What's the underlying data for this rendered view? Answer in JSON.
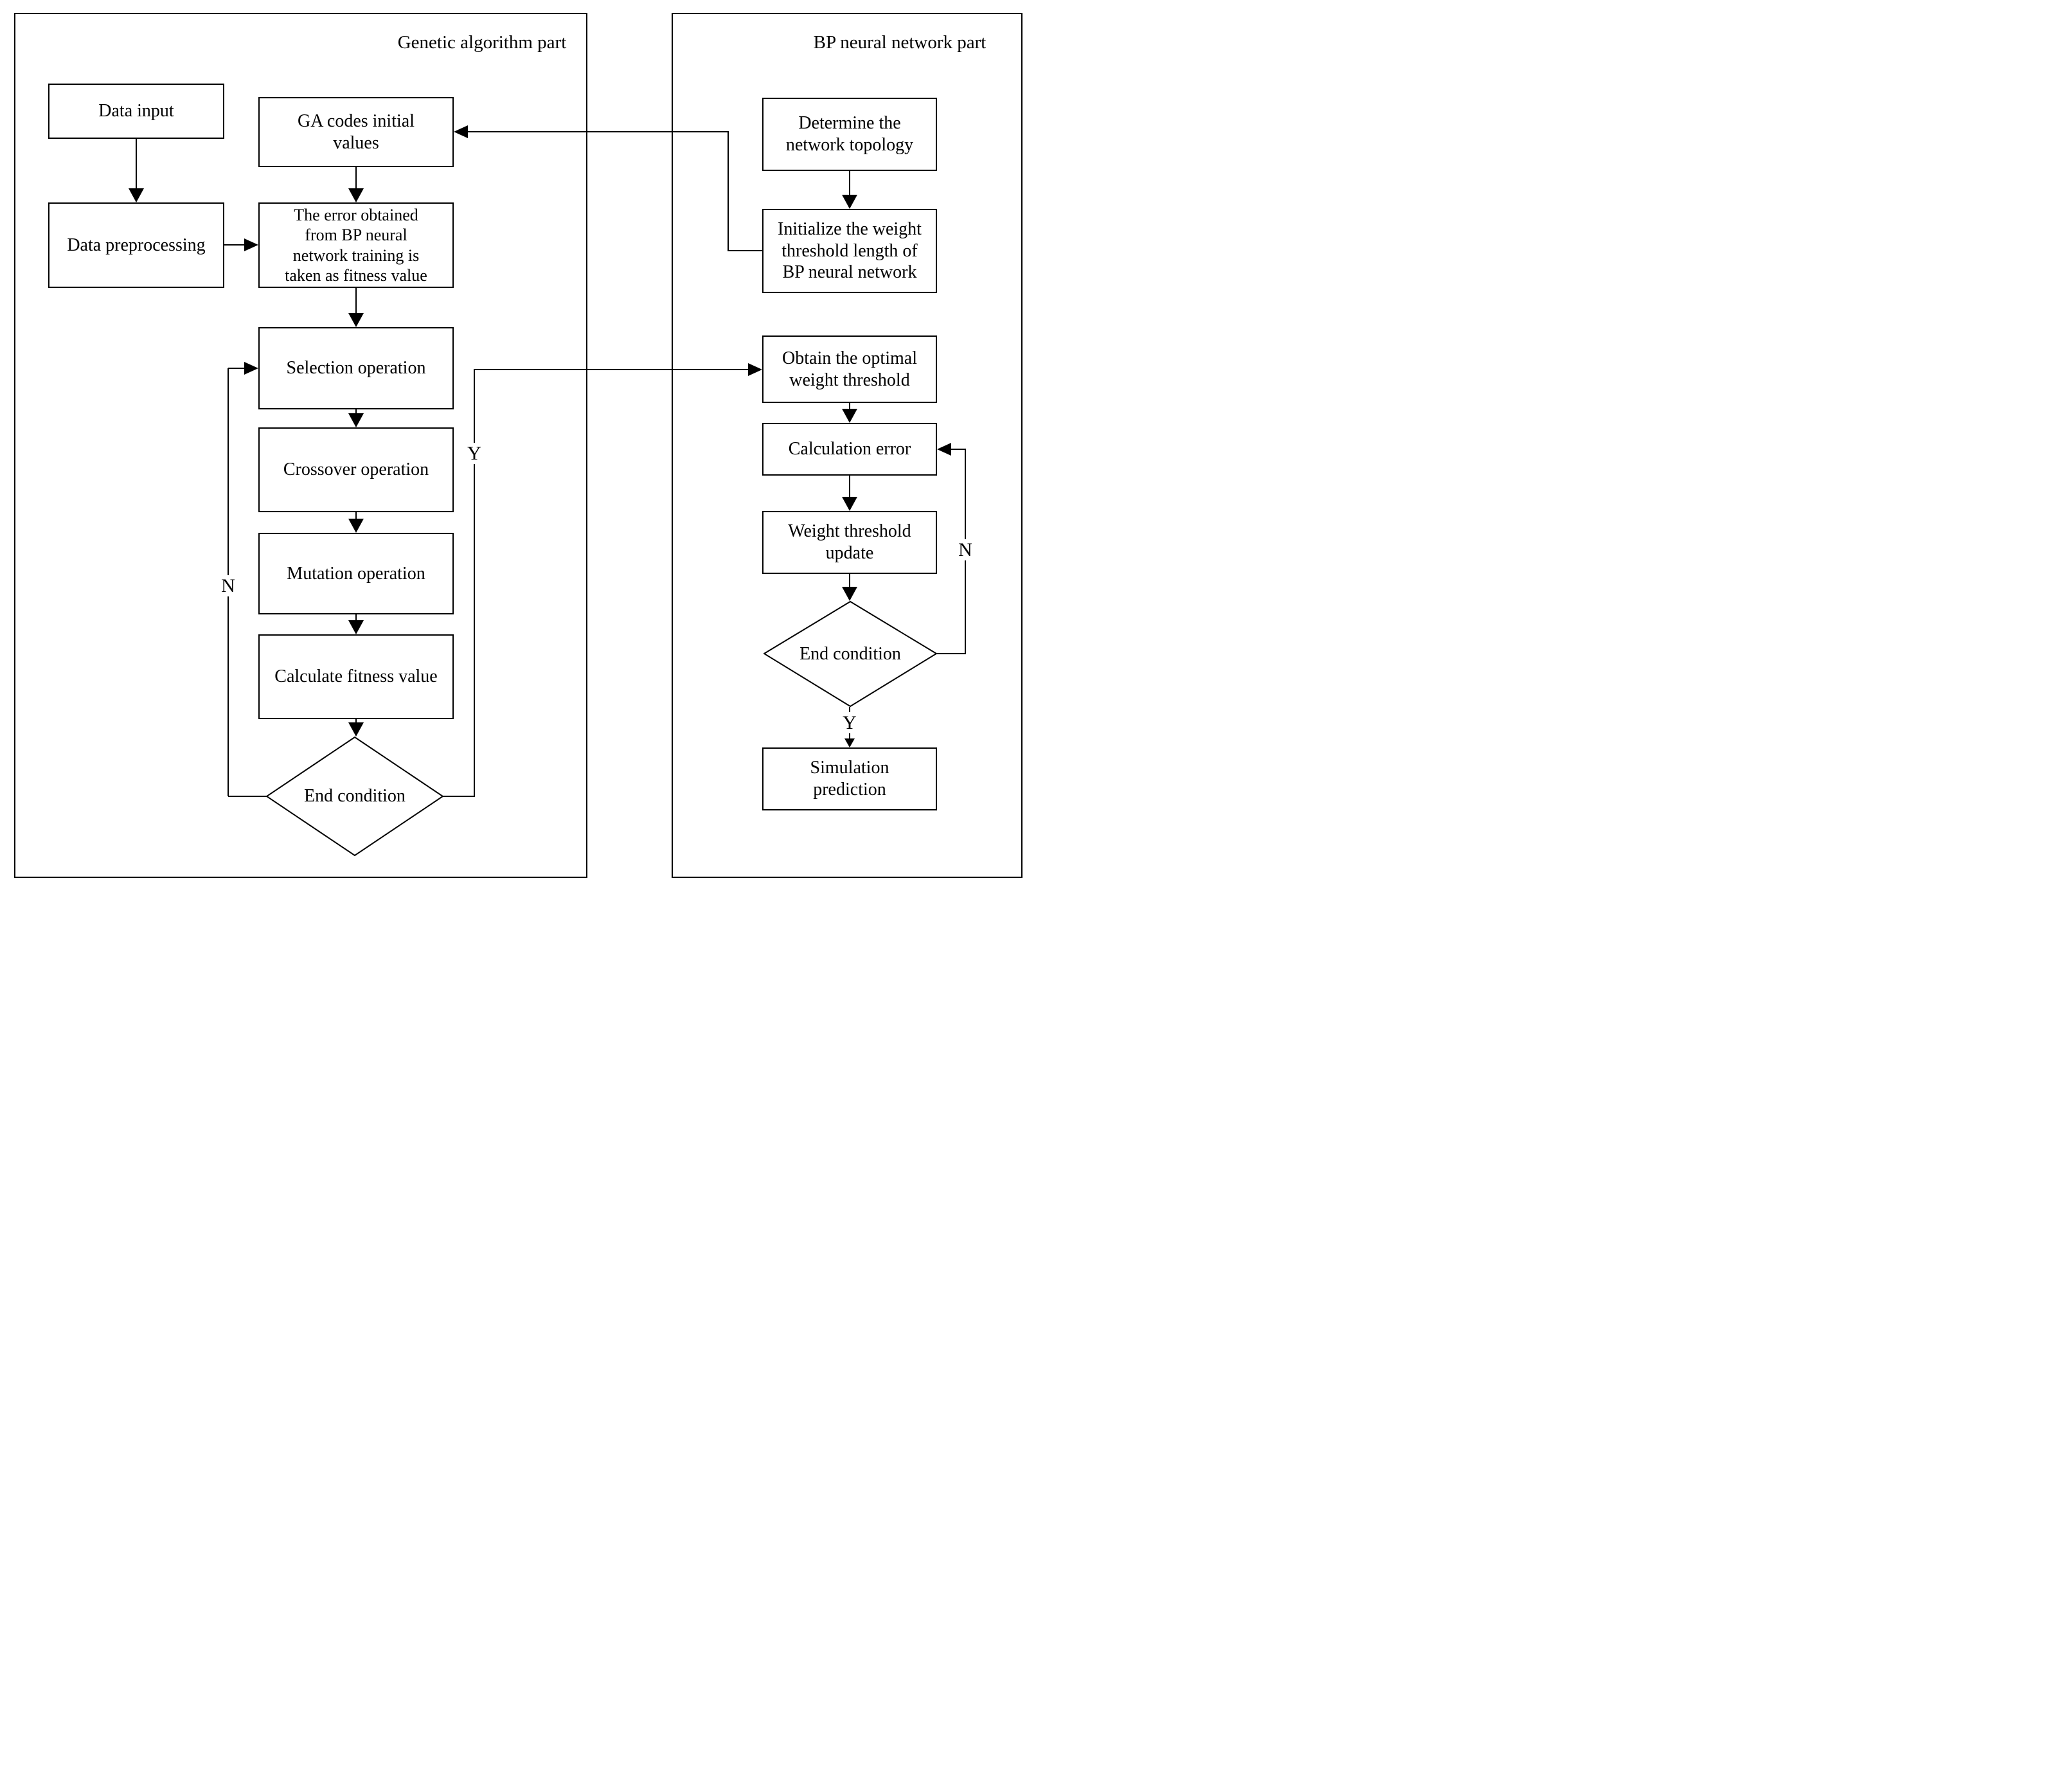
{
  "sections": {
    "genetic": {
      "title": "Genetic algorithm part",
      "nodes": {
        "data_input": "Data input",
        "data_preprocessing": "Data preprocessing",
        "ga_codes": "GA codes initial\nvalues",
        "fitness_error": "The error obtained\nfrom BP neural\nnetwork training is\ntaken as fitness value",
        "selection": "Selection operation",
        "crossover": "Crossover operation",
        "mutation": "Mutation operation",
        "calculate_fitness": "Calculate fitness value",
        "end_condition": "End condition"
      },
      "branch_labels": {
        "no": "N",
        "yes": "Y"
      }
    },
    "bp": {
      "title": "BP neural network part",
      "nodes": {
        "determine_topology": "Determine the\nnetwork topology",
        "initialize_weight": "Initialize the weight\nthreshold length of\nBP neural network",
        "obtain_optimal": "Obtain the optimal\nweight threshold",
        "calculation_error": "Calculation error",
        "weight_update": "Weight threshold\nupdate",
        "end_condition": "End condition",
        "simulation": "Simulation\nprediction"
      },
      "branch_labels": {
        "no": "N",
        "yes": "Y"
      }
    }
  },
  "colors": {
    "line": "#000000",
    "background": "#ffffff",
    "box_fill": "#ffffff"
  }
}
